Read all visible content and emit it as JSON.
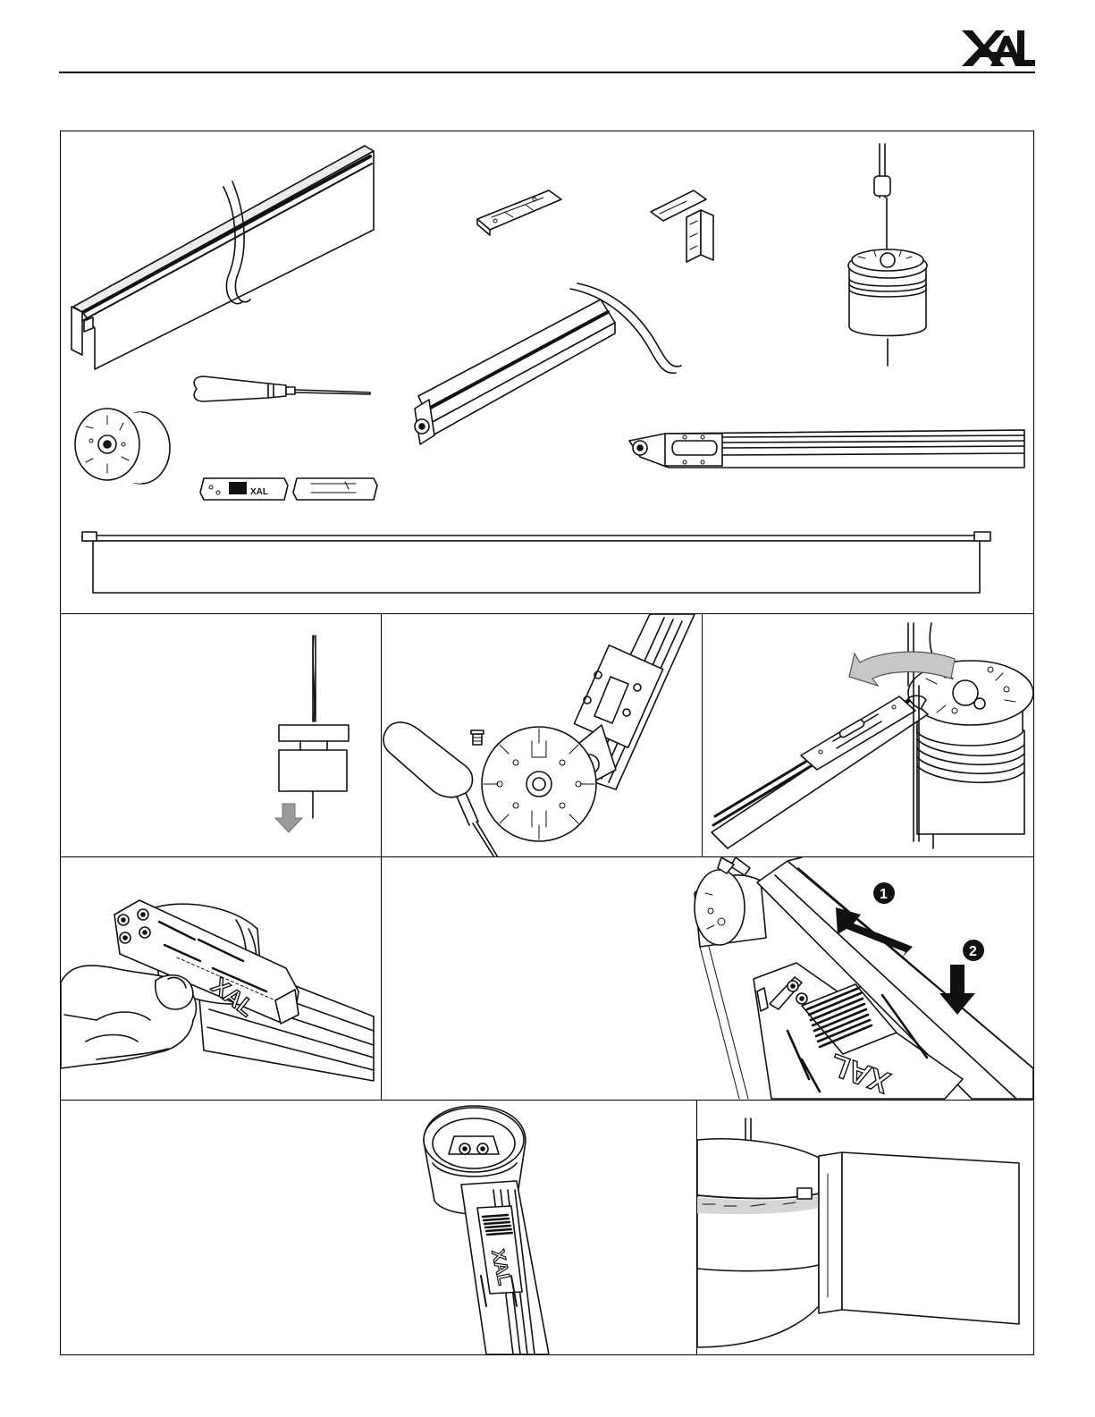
{
  "header": {
    "brand": "XAL"
  },
  "steps": [
    {
      "id": "parts-overview"
    },
    {
      "id": "step-pendant-prepare",
      "arrow": "down"
    },
    {
      "id": "step-fix-connector-screw"
    },
    {
      "id": "step-rotate-profile",
      "arrow": "rotate"
    },
    {
      "id": "step-insert-connector-plate"
    },
    {
      "id": "step-slide-connector",
      "markers": [
        "1",
        "2"
      ]
    },
    {
      "id": "step-mount-body"
    },
    {
      "id": "step-finished-joint"
    }
  ],
  "colors": {
    "line": "#111111",
    "shade": "#d6d6d6",
    "arrow": "#9a9a9a"
  }
}
